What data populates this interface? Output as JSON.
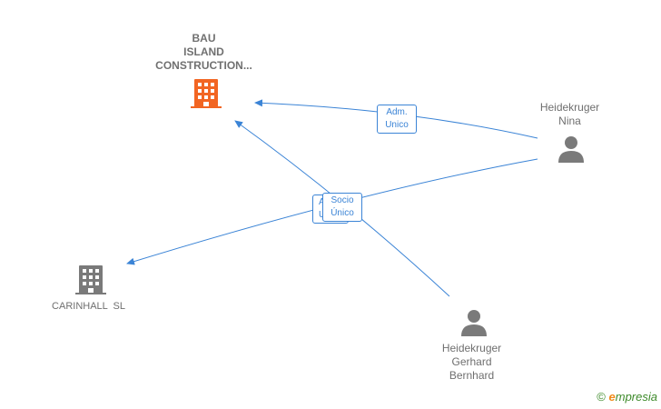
{
  "nodes": {
    "bau": {
      "lines": [
        "BAU",
        "ISLAND",
        "CONSTRUCTION..."
      ],
      "type": "company",
      "highlight": true
    },
    "carinhall": {
      "lines": [
        "CARINHALL  SL"
      ],
      "type": "company"
    },
    "nina": {
      "lines": [
        "Heidekruger",
        "Nina"
      ],
      "type": "person"
    },
    "gerhard": {
      "lines": [
        "Heidekruger",
        "Gerhard",
        "Bernhard"
      ],
      "type": "person"
    }
  },
  "edges": {
    "adm_unico": {
      "lines": [
        "Adm.",
        "Unico"
      ]
    },
    "socio_unico": {
      "lines": [
        "Socio",
        "Único"
      ]
    },
    "hidden_label": {
      "lines": [
        "A",
        "U"
      ]
    }
  },
  "colors": {
    "accent": "#3b84d6",
    "highlight": "#f26522",
    "node_gray": "#7a7a7a"
  },
  "watermark": {
    "symbol": "©",
    "brand_initial": "e",
    "brand_rest": "mpresia"
  }
}
